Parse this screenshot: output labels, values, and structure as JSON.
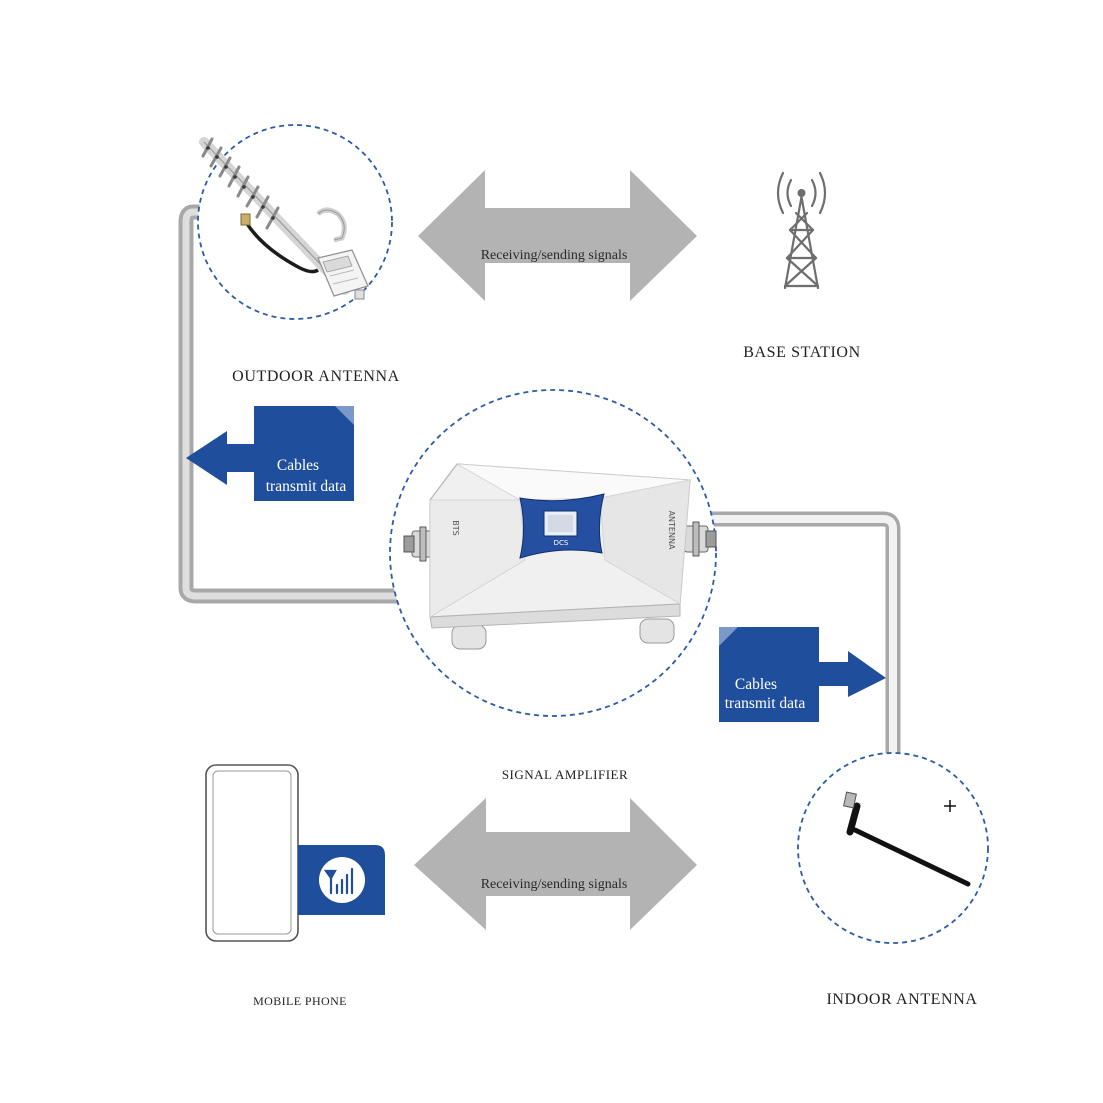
{
  "labels": {
    "outdoor_antenna": "OUTDOOR ANTENNA",
    "base_station": "BASE STATION",
    "signal_amplifier": "SIGNAL AMPLIFIER",
    "mobile_phone": "MOBILE PHONE",
    "indoor_antenna": "INDOOR ANTENNA"
  },
  "arrows": {
    "top": "Receiving/sending signals",
    "bottom": "Receiving/sending signals"
  },
  "cables": {
    "left": [
      "Cables",
      "transmit data"
    ],
    "right": [
      "Cables",
      "transmit data"
    ]
  },
  "amplifier": {
    "display": "DCS",
    "port_left": "ВТS",
    "port_right": "ANTENNA"
  },
  "colors": {
    "accent_blue": "#1f4e9c",
    "arrow_gray": "#b3b3b3",
    "cable_gray": "#a8a8a8",
    "dashed_circle": "#2c5ba8"
  }
}
